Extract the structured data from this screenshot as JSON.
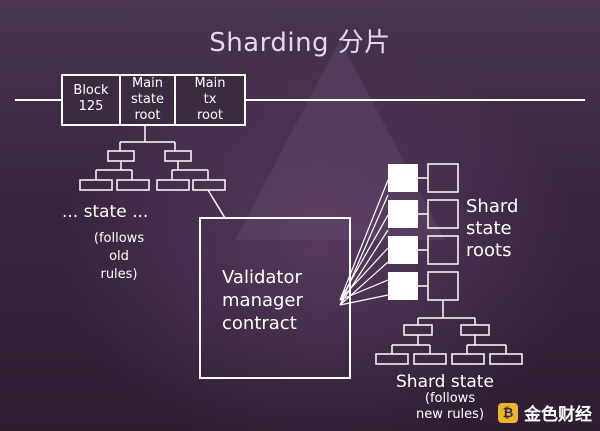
{
  "title": "Sharding 分片",
  "main_chain": {
    "block_label": "Block\n125",
    "state_root_label": "Main\nstate\nroot",
    "tx_root_label": "Main\ntx\nroot"
  },
  "main_state": {
    "label": "... state ...",
    "note": "(follows\nold\nrules)"
  },
  "validator_manager": {
    "label": "Validator\nmanager\ncontract"
  },
  "shard_roots": {
    "label": "Shard\nstate\nroots"
  },
  "shard_state": {
    "label": "Shard state",
    "note": "(follows\nnew rules)"
  },
  "watermark": {
    "text": "金色财经",
    "logo_icon": "jinse-logo-icon"
  },
  "colors": {
    "title": "#e2d8ef",
    "line": "#ffffff",
    "watermark_logo": "#e7b52e"
  }
}
